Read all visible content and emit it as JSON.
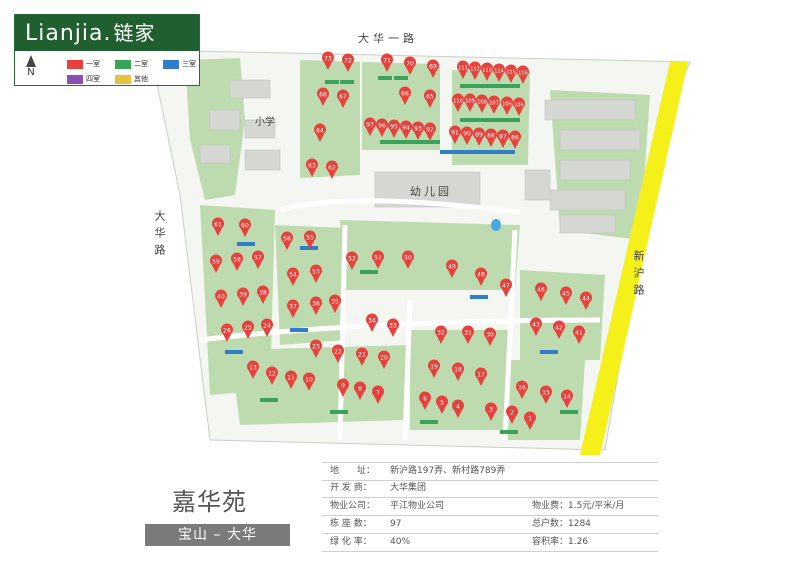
{
  "brand": {
    "logo_latin": "Lianjia.",
    "logo_cn": "链家"
  },
  "legend": {
    "north_label": "N",
    "items": [
      {
        "label": "一室",
        "color": "#e8403a"
      },
      {
        "label": "二室",
        "color": "#3aa35a"
      },
      {
        "label": "三室",
        "color": "#2f7ec9"
      },
      {
        "label": "四室",
        "color": "#8a4fb0"
      },
      {
        "label": "其他",
        "color": "#e8c23a"
      }
    ]
  },
  "roads": {
    "top": "大华一路",
    "left": "大华路",
    "right": "新沪路"
  },
  "landmarks": {
    "school": "小学",
    "kindergarten": "幼儿园"
  },
  "buildings": [
    "73",
    "72",
    "71",
    "70",
    "69",
    "111",
    "112",
    "113",
    "114",
    "115",
    "116",
    "68",
    "67",
    "66",
    "65",
    "110",
    "109",
    "108",
    "107",
    "106",
    "105",
    "64",
    "97",
    "96",
    "95",
    "94",
    "93",
    "92",
    "91",
    "90",
    "89",
    "88",
    "87",
    "86",
    "63",
    "62",
    "61",
    "60",
    "59",
    "58",
    "57",
    "56",
    "55",
    "54",
    "53",
    "52",
    "51",
    "50",
    "49",
    "48",
    "47",
    "46",
    "45",
    "44",
    "40",
    "39",
    "38",
    "37",
    "36",
    "35",
    "34",
    "33",
    "32",
    "31",
    "30",
    "43",
    "42",
    "41",
    "26",
    "25",
    "24",
    "23",
    "22",
    "21",
    "20",
    "19",
    "18",
    "17",
    "16",
    "15",
    "14",
    "13",
    "12",
    "11",
    "10",
    "9",
    "8",
    "7",
    "6",
    "5",
    "4",
    "3",
    "2",
    "1"
  ],
  "community": {
    "name": "嘉华苑",
    "area": "宝山 – 大华"
  },
  "info": {
    "address_label": "地　　址：",
    "address": "新沪路197弄、新村路789弄",
    "developer_label": "开 发 商：",
    "developer": "大华集团",
    "property_label": "物业公司：",
    "property": "平江物业公司",
    "fee_label": "物业费：",
    "fee": "1.5元/平米/月",
    "buildings_label": "栋 座 数：",
    "buildings": "97",
    "households_label": "总户数：",
    "households": "1284",
    "green_label": "绿 化 率：",
    "green": "40%",
    "far_label": "容积率：",
    "far": "1.26"
  }
}
